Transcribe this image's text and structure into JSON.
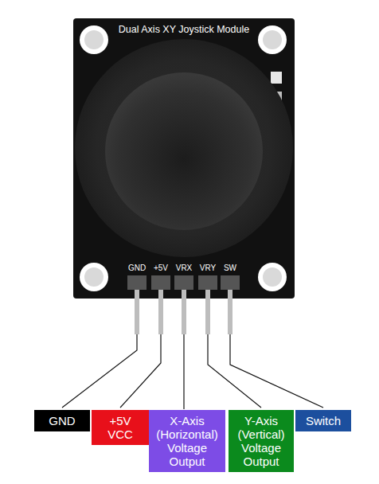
{
  "diagram": {
    "nodes": [
      {
        "text": [
          "GND"
        ]
      },
      {
        "text": [
          "+5V VCC"
        ]
      },
      {
        "text": [
          "X-Axis (Horizontal) Voltage Output"
        ]
      },
      {
        "text": [
          "Y-Axis (Vertical) Voltage Output"
        ]
      },
      {
        "text": [
          "Switch"
        ]
      }
    ],
    "labels": [
      "Dual Axis XY Joystick Module",
      "GND",
      "+5V",
      "VRX",
      "VRY",
      "SW"
    ]
  }
}
